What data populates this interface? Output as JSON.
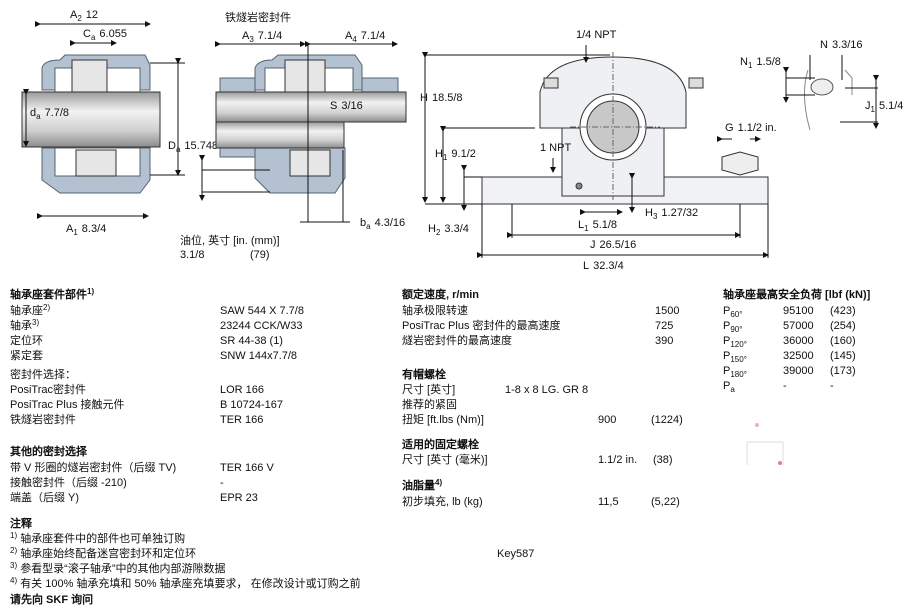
{
  "drawings": {
    "side_view": {
      "A2": {
        "sym": "A",
        "sub": "2",
        "val": "12"
      },
      "Ca": {
        "sym": "C",
        "sub": "a",
        "val": "6.055"
      },
      "da": {
        "sym": "d",
        "sub": "a",
        "val": "7.7/8"
      },
      "Da": {
        "sym": "D",
        "sub": "a",
        "val": "15.748"
      },
      "A1": {
        "sym": "A",
        "sub": "1",
        "val": "8.3/4"
      }
    },
    "seal_view": {
      "title": "铁燧岩密封件",
      "A3": {
        "sym": "A",
        "sub": "3",
        "val": "7.1/4"
      },
      "A4": {
        "sym": "A",
        "sub": "4",
        "val": "7.1/4"
      },
      "S": {
        "sym": "S",
        "val": "3/16"
      },
      "ba": {
        "sym": "b",
        "sub": "a",
        "val": "4.3/16"
      },
      "oil_level_label": "油位, 英寸 [in. (mm)]",
      "oil_level_in": "3.1/8",
      "oil_level_mm": "(79)"
    },
    "front_view": {
      "npt_top": "1/4 NPT",
      "H": {
        "sym": "H",
        "val": "18.5/8"
      },
      "H1": {
        "sym": "H",
        "sub": "1",
        "val": "9.1/2"
      },
      "npt_side": "1 NPT",
      "H2": {
        "sym": "H",
        "sub": "2",
        "val": "3.3/4"
      },
      "L1": {
        "sym": "L",
        "sub": "1",
        "val": "5.1/8"
      },
      "H3": {
        "sym": "H",
        "sub": "3",
        "val": "1.27/32"
      },
      "J": {
        "sym": "J",
        "val": "26.5/16"
      },
      "L": {
        "sym": "L",
        "val": "32.3/4"
      },
      "G": {
        "sym": "G",
        "val": "1.1/2 in."
      }
    },
    "detail_view": {
      "N": {
        "sym": "N",
        "val": "3.3/16"
      },
      "N1": {
        "sym": "N",
        "sub": "1",
        "val": "1.5/8"
      },
      "J1": {
        "sym": "J",
        "sub": "1",
        "val": "5.1/4"
      }
    }
  },
  "kit": {
    "title": "轴承座套件部件",
    "title_note": "1)",
    "rows": [
      {
        "label": "轴承座",
        "note": "2)",
        "value": "SAW 544 X 7.7/8"
      },
      {
        "label": "轴承",
        "note": "3)",
        "value": "23244 CCK/W33"
      },
      {
        "label": "定位环",
        "note": "",
        "value": "SR 44-38 (1)"
      },
      {
        "label": "紧定套",
        "note": "",
        "value": "SNW 144x7.7/8"
      }
    ],
    "seal_title": "密封件选择：",
    "seal_rows": [
      {
        "label": "PosiTrac密封件",
        "value": "LOR 166"
      },
      {
        "label": "PosiTrac Plus 接触元件",
        "value": "B 10724-167"
      },
      {
        "label": "铁燧岩密封件",
        "value": "TER 166"
      }
    ]
  },
  "other_seals": {
    "title": "其他的密封选择",
    "rows": [
      {
        "label": "带 V 形圈的燧岩密封件（后缀 TV)",
        "value": "TER 166 V"
      },
      {
        "label": "接触密封件（后缀 -210)",
        "value": "-"
      },
      {
        "label": "端盖（后缀 Y)",
        "value": "EPR 23"
      }
    ]
  },
  "notes": {
    "title": "注释",
    "items": [
      {
        "num": "1)",
        "text": "轴承座套件中的部件也可单独订购"
      },
      {
        "num": "2)",
        "text": "轴承座始终配备迷宫密封环和定位环"
      },
      {
        "num": "3)",
        "text": "参看型录“滚子轴承”中的其他内部游隙数据"
      },
      {
        "num": "4)",
        "text": "有关 100% 轴承充填和 50% 轴承座充填要求， 在修改设计或订购之前"
      }
    ],
    "footer": "请先向 SKF 询问"
  },
  "speed": {
    "title": "额定速度, r/min",
    "rows": [
      {
        "label": "轴承极限转速",
        "value": "1500"
      },
      {
        "label": "PosiTrac Plus 密封件的最高速度",
        "value": "725"
      },
      {
        "label": "燧岩密封件的最高速度",
        "value": "390"
      }
    ]
  },
  "cap_bolts": {
    "title": "有帽螺栓",
    "size_label": "尺寸 [英寸]",
    "size_value": "1-8 x 8 LG. GR 8",
    "torque_label_1": "推荐的紧固",
    "torque_label_2": "扭矩 [ft.lbs (Nm)]",
    "torque_value": "900",
    "torque_value_metric": "(1224)"
  },
  "attach_bolts": {
    "title": "适用的固定螺栓",
    "size_label": "尺寸 [英寸 (毫米)]",
    "size_value": "1.1/2 in.",
    "size_value_metric": "(38)"
  },
  "grease": {
    "title": "油脂量",
    "title_note": "4)",
    "label": "初步填充, lb (kg)",
    "value": "11,5",
    "value_metric": "(5,22)"
  },
  "key_label": "Key587",
  "loads": {
    "title": "轴承座最高安全负荷 [lbf (kN)]",
    "rows": [
      {
        "sym": "P",
        "sub": "60°",
        "value": "95100",
        "metric": "(423)"
      },
      {
        "sym": "P",
        "sub": "90°",
        "value": "57000",
        "metric": "(254)"
      },
      {
        "sym": "P",
        "sub": "120°",
        "value": "36000",
        "metric": "(160)"
      },
      {
        "sym": "P",
        "sub": "150°",
        "value": "32500",
        "metric": "(145)"
      },
      {
        "sym": "P",
        "sub": "180°",
        "value": "39000",
        "metric": "(173)"
      },
      {
        "sym": "P",
        "sub": "a",
        "value": "-",
        "metric": "-"
      }
    ]
  }
}
